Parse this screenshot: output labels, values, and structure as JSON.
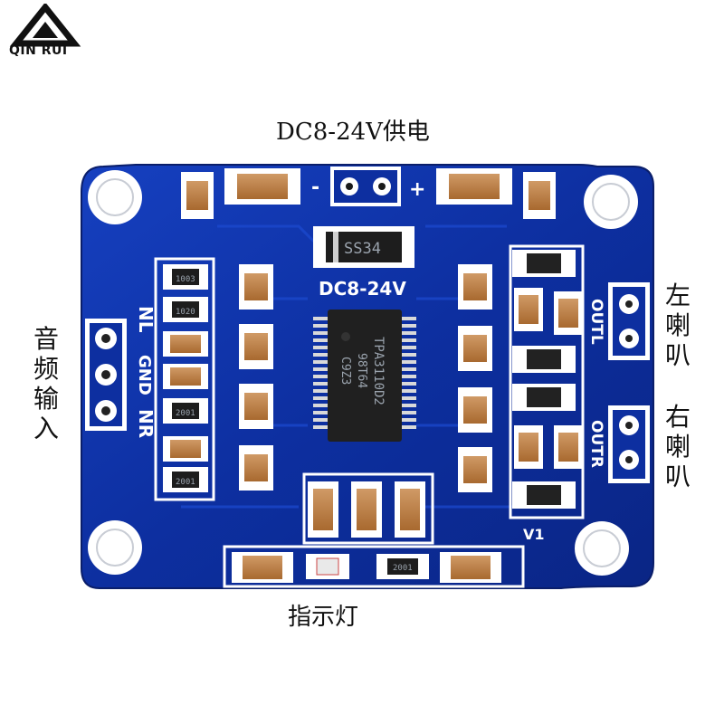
{
  "logo": {
    "text": "QIN RUI"
  },
  "labels": {
    "power": "DC8-24V供电",
    "audio_input": "音频输入",
    "left_speaker": "左喇叭",
    "right_speaker": "右喇叭",
    "indicator": "指示灯"
  },
  "board": {
    "silk_power": "DC8-24V",
    "pin_minus": "-",
    "pin_plus": "+",
    "diode": "SS34",
    "chip_lines": [
      "TPA3110D2",
      "98T64",
      "C9Z3"
    ],
    "input_pins": [
      "NL",
      "GND",
      "NR"
    ],
    "out_left": "OUTL",
    "out_right": "OUTR",
    "version": "V1",
    "resistors": [
      "1003",
      "1020",
      "2001",
      "2001",
      "2001"
    ]
  },
  "colors": {
    "pcb": "#0d2fa0",
    "pad": "#ffffff",
    "capacitor": "#b8793f",
    "silk": "#ffffff"
  }
}
